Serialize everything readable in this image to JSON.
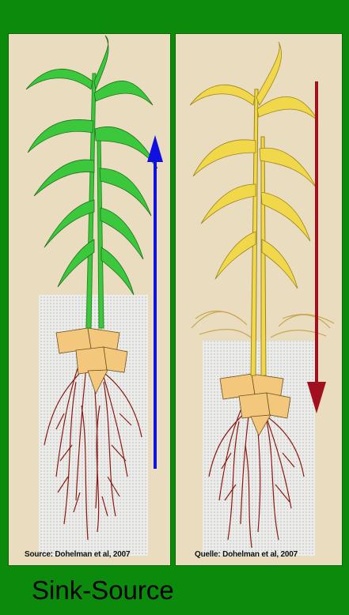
{
  "title": "Sink-Source",
  "panels": [
    {
      "caption": "Source: Dohelman et al, 2007",
      "plant_color": "#3cc83c",
      "arrow_direction": "up",
      "arrow_color": "#1010e0"
    },
    {
      "caption": "Quelle: Dohelman et al, 2007",
      "plant_color": "#f0d84a",
      "arrow_direction": "down",
      "arrow_color": "#a01020"
    }
  ],
  "colors": {
    "background": "#0c8a0c",
    "parchment": "#eadcbf",
    "soil": "#e4e4e0",
    "rhizome": "#f3c77c",
    "roots": "#8a1a12"
  }
}
